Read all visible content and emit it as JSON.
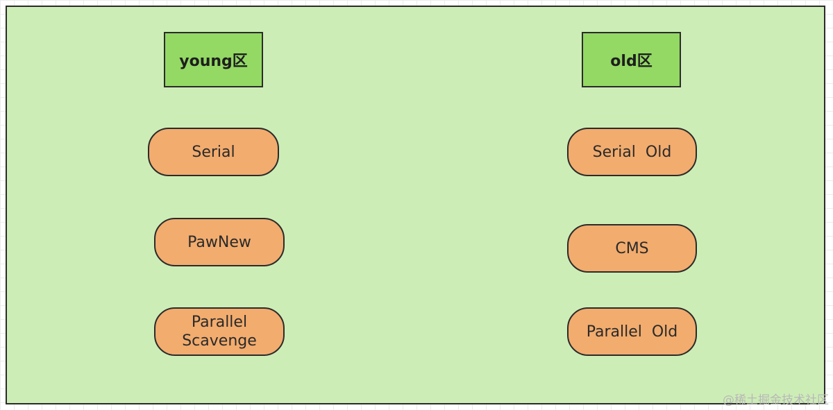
{
  "young": {
    "header": "young区",
    "collectors": [
      "Serial",
      "PawNew",
      "Parallel\nScavenge"
    ]
  },
  "old": {
    "header": "old区",
    "collectors": [
      "Serial  Old",
      "CMS",
      "Parallel  Old"
    ]
  },
  "watermark": "@稀土掘金技术社区",
  "colors": {
    "panel": "#cdedb6",
    "header_box": "#93d964",
    "collector_pill": "#f2ac6e",
    "border": "#2b2b2b"
  }
}
